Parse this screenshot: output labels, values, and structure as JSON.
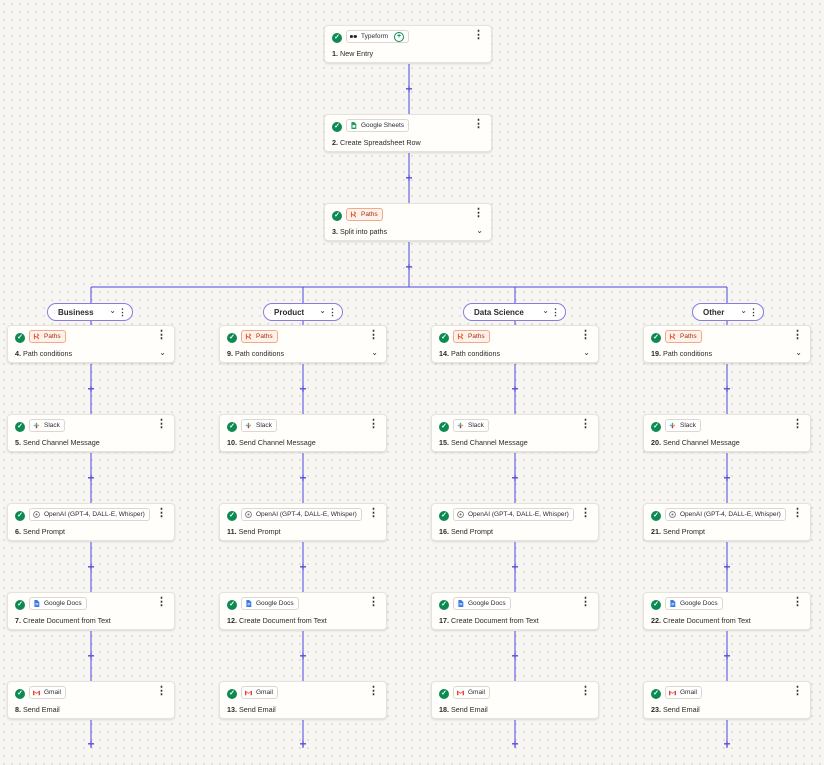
{
  "root_steps": [
    {
      "num": "1.",
      "app": "Typeform",
      "icon": "typeform-icon",
      "title": "New Entry",
      "has_add": true,
      "has_chevron": false
    },
    {
      "num": "2.",
      "app": "Google Sheets",
      "icon": "google-sheets-icon",
      "title": "Create Spreadsheet Row",
      "has_add": false,
      "has_chevron": false
    },
    {
      "num": "3.",
      "app": "Paths",
      "icon": "paths-icon",
      "title": "Split into paths",
      "has_add": false,
      "has_chevron": true
    }
  ],
  "branches": [
    {
      "name": "Business",
      "steps": [
        {
          "num": "4.",
          "app": "Paths",
          "icon": "paths-icon",
          "title": "Path conditions",
          "has_chevron": true
        },
        {
          "num": "5.",
          "app": "Slack",
          "icon": "slack-icon",
          "title": "Send Channel Message"
        },
        {
          "num": "6.",
          "app": "OpenAI (GPT-4, DALL-E, Whisper)",
          "icon": "openai-icon",
          "title": "Send Prompt"
        },
        {
          "num": "7.",
          "app": "Google Docs",
          "icon": "google-docs-icon",
          "title": "Create Document from Text"
        },
        {
          "num": "8.",
          "app": "Gmail",
          "icon": "gmail-icon",
          "title": "Send Email"
        }
      ]
    },
    {
      "name": "Product",
      "steps": [
        {
          "num": "9.",
          "app": "Paths",
          "icon": "paths-icon",
          "title": "Path conditions",
          "has_chevron": true
        },
        {
          "num": "10.",
          "app": "Slack",
          "icon": "slack-icon",
          "title": "Send Channel Message"
        },
        {
          "num": "11.",
          "app": "OpenAI (GPT-4, DALL-E, Whisper)",
          "icon": "openai-icon",
          "title": "Send Prompt"
        },
        {
          "num": "12.",
          "app": "Google Docs",
          "icon": "google-docs-icon",
          "title": "Create Document from Text"
        },
        {
          "num": "13.",
          "app": "Gmail",
          "icon": "gmail-icon",
          "title": "Send Email"
        }
      ]
    },
    {
      "name": "Data Science",
      "steps": [
        {
          "num": "14.",
          "app": "Paths",
          "icon": "paths-icon",
          "title": "Path conditions",
          "has_chevron": true
        },
        {
          "num": "15.",
          "app": "Slack",
          "icon": "slack-icon",
          "title": "Send Channel Message"
        },
        {
          "num": "16.",
          "app": "OpenAI (GPT-4, DALL-E, Whisper)",
          "icon": "openai-icon",
          "title": "Send Prompt"
        },
        {
          "num": "17.",
          "app": "Google Docs",
          "icon": "google-docs-icon",
          "title": "Create Document from Text"
        },
        {
          "num": "18.",
          "app": "Gmail",
          "icon": "gmail-icon",
          "title": "Send Email"
        }
      ]
    },
    {
      "name": "Other",
      "steps": [
        {
          "num": "19.",
          "app": "Paths",
          "icon": "paths-icon",
          "title": "Path conditions",
          "has_chevron": true
        },
        {
          "num": "20.",
          "app": "Slack",
          "icon": "slack-icon",
          "title": "Send Channel Message"
        },
        {
          "num": "21.",
          "app": "OpenAI (GPT-4, DALL-E, Whisper)",
          "icon": "openai-icon",
          "title": "Send Prompt"
        },
        {
          "num": "22.",
          "app": "Google Docs",
          "icon": "google-docs-icon",
          "title": "Create Document from Text"
        },
        {
          "num": "23.",
          "app": "Gmail",
          "icon": "gmail-icon",
          "title": "Send Email"
        }
      ]
    }
  ],
  "glyphs": {
    "check": "✓",
    "add": "+",
    "kebab": "⋮",
    "chevron": "⌄",
    "plus": "+"
  },
  "colors": {
    "connector": "#4f46e5",
    "success": "#0d8a52",
    "paths_accent": "#f0a98a",
    "pill_border": "#8c7be0"
  }
}
